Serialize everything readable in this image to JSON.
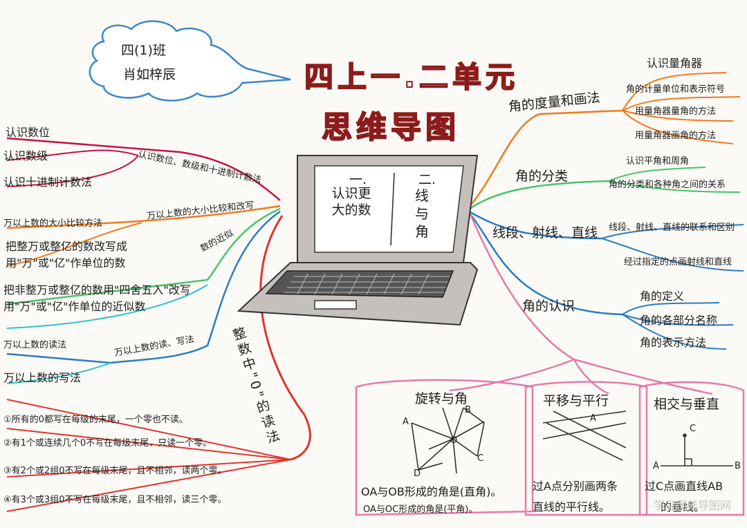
{
  "header": {
    "class_name": "四(1)班",
    "student": "肖如梓辰",
    "title_line1": "四上一.二单元",
    "title_line2": "思维导图"
  },
  "laptop": {
    "unit1_line1": "一.",
    "unit1_text": "认识更大的数",
    "unit2_line1": "二.",
    "unit2_text": "线与角"
  },
  "left": {
    "group1_title": "认识数位、数级和十进制计数法",
    "group1_items": [
      "认识数位",
      "认识数级",
      "认识十进制计数法"
    ],
    "group2_title": "万以上数的大小比较和改写",
    "group2_items": [
      "万以上数的大小比较方法",
      "把整万或整亿的数改写成用\"万\"或\"亿\"作单位的数"
    ],
    "group3_title": "数的近似",
    "group3_items": [
      "把非整万或整亿的数用\"四舍五入\"改写用\"万\"或\"亿\"作单位的近似数"
    ],
    "group4_title": "万以上数的读、写法",
    "group4_items": [
      "万以上数的读法",
      "万以上数的写法"
    ],
    "group5_title": "整数中\"0\"的读法",
    "group5_items": [
      "①所有的0都写在每级的末尾，一个零也不读。",
      "②有1个或连续几个0不写在每级末尾，只读一个零。",
      "③有2个或2组0不写在每级末尾，且不相邻，读两个零。",
      "④有3个或3组0不写在每级末尾，且不相邻，读三个零。"
    ]
  },
  "right": {
    "group1_title": "角的度量和画法",
    "group1_items": [
      "认识量角器",
      "角的计量单位和表示符号",
      "用量角器量角的方法",
      "用量角器画角的方法"
    ],
    "group2_title": "角的分类",
    "group2_items": [
      "认识平角和周角",
      "角的分类和各种角之间的关系"
    ],
    "group3_title": "线段、射线、直线",
    "group3_items": [
      "线段、射线、直线的联系和区别",
      "经过指定的点画射线和直线"
    ],
    "group4_title": "角的认识",
    "group4_items": [
      "角的定义",
      "角的各部分名称",
      "角的表示方法"
    ]
  },
  "bottom": {
    "box1_title": "旋转与角",
    "box1_labels": [
      "A",
      "B",
      "O",
      "C",
      "D"
    ],
    "box1_text_line1": "OA与OB形成的角是(直角)。",
    "box1_text_line2": "OA与OC形成的角是(平角)。",
    "box2_title": "平移与平行",
    "box2_labels": [
      "A"
    ],
    "box2_text_line1": "过A点分别画两条",
    "box2_text_line2": "直线的平行线。",
    "box3_title": "相交与垂直",
    "box3_labels": [
      "C",
      "A",
      "B"
    ],
    "box3_text_line1": "过C点画直线AB",
    "box3_text_line2": "的垂线。"
  },
  "watermark": "学习图线导图网",
  "colors": {
    "title_outline": "#8b1c1c",
    "cloud": "#3a87c8",
    "crimson": "#c0144a",
    "orange": "#f07a1c",
    "red": "#e0342a",
    "cyan": "#2ec2c9",
    "blue": "#2a7cc0",
    "pink": "#e57aa8",
    "green": "#48c46a"
  }
}
